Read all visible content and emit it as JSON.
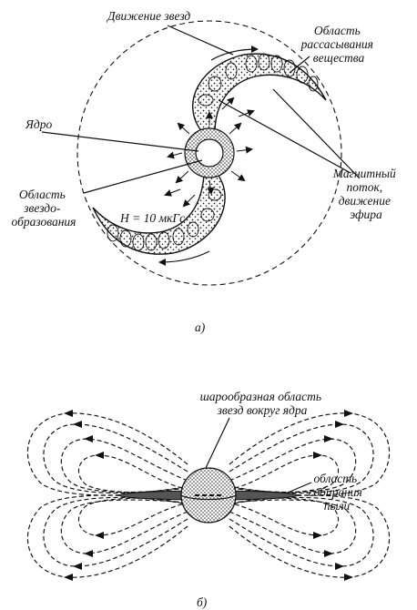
{
  "figure_a": {
    "label_star_motion": "Движение звезд",
    "label_dispersion": [
      "Область",
      "рассасывания",
      "вещества"
    ],
    "label_core": "Ядро",
    "label_star_formation": [
      "Область",
      "звездо-",
      "образования"
    ],
    "label_field": "H = 10 мкГс",
    "label_flux": [
      "Магнитный",
      "поток,",
      "движение",
      "эфира"
    ],
    "caption": "а)"
  },
  "figure_b": {
    "label_sphere": [
      "шарообразная область",
      "звезд вокруг ядра"
    ],
    "label_dust": [
      "область",
      "собирания",
      "пыли"
    ],
    "caption": "б)"
  }
}
